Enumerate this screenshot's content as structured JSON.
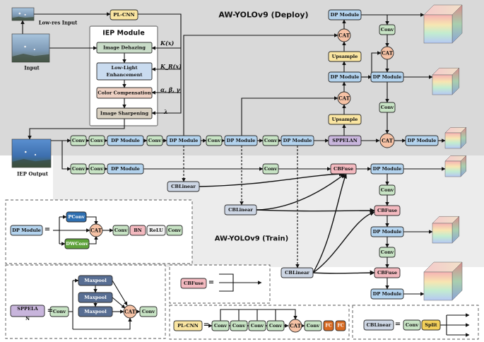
{
  "titles": {
    "deploy": "AW-YOLOv9 (Deploy)",
    "train": "AW-YOLOv9 (Train)",
    "iep_module": "IEP Module"
  },
  "io": {
    "low_res_input": "Low-res Input",
    "input": "Input",
    "iep_output": "IEP Output"
  },
  "iep_steps": [
    "Image Dehazing",
    "Low-Light Enhancement",
    "Color Compensation",
    "Image Sharpening"
  ],
  "params": {
    "k": "K(x)",
    "kr": "K_R(x)",
    "abg": "α, β, γ",
    "lambda": "λ"
  },
  "blocks": {
    "pl_cnn": "PL-CNN",
    "conv": "Conv",
    "dp_module": "DP Module",
    "cat": "CAT",
    "upsample": "Upsample",
    "sppelan": "SPPELAN",
    "cblinear": "CBLinear",
    "cbfuse": "CBFuse",
    "pconv": "PConv",
    "dwconv": "DWConv",
    "bn": "BN",
    "relu": "ReLU",
    "maxpool": "Maxpool",
    "fc": "FC",
    "split": "Split",
    "sppelan_legend": "SPPELA N"
  },
  "symbols": {
    "equals": "="
  },
  "colors": {
    "conv": "#c7e3c4",
    "dp": "#b3d3ee",
    "cat": "#f6c2a5",
    "upsample": "#fae5a1",
    "sppelan": "#c8b5dc",
    "cbfuse": "#f3b9bf",
    "cblinear": "#cdd6e4",
    "pconv": "#2e6fb1",
    "dwconv": "#5ea23a",
    "maxpool": "#586e93",
    "fc": "#d8691f",
    "split": "#f2cf5a",
    "deploy_bg": "#d9d9d9",
    "train_bg": "#ececec"
  }
}
